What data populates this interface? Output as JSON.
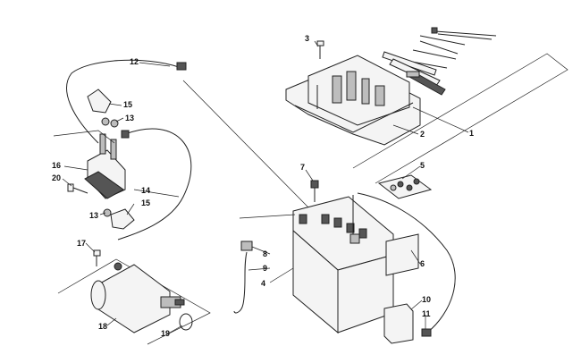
{
  "callouts": [
    {
      "id": "1",
      "label": "1"
    },
    {
      "id": "2",
      "label": "2"
    },
    {
      "id": "3",
      "label": "3"
    },
    {
      "id": "4",
      "label": "4"
    },
    {
      "id": "5",
      "label": "5"
    },
    {
      "id": "6",
      "label": "6"
    },
    {
      "id": "7",
      "label": "7"
    },
    {
      "id": "8",
      "label": "8"
    },
    {
      "id": "9",
      "label": "9"
    },
    {
      "id": "10",
      "label": "10"
    },
    {
      "id": "11",
      "label": "11"
    },
    {
      "id": "12",
      "label": "12"
    },
    {
      "id": "13a",
      "label": "13"
    },
    {
      "id": "13b",
      "label": "13"
    },
    {
      "id": "14",
      "label": "14"
    },
    {
      "id": "15a",
      "label": "15"
    },
    {
      "id": "15b",
      "label": "15"
    },
    {
      "id": "16",
      "label": "16"
    },
    {
      "id": "17",
      "label": "17"
    },
    {
      "id": "18",
      "label": "18"
    },
    {
      "id": "19",
      "label": "19"
    },
    {
      "id": "20",
      "label": "20"
    }
  ]
}
